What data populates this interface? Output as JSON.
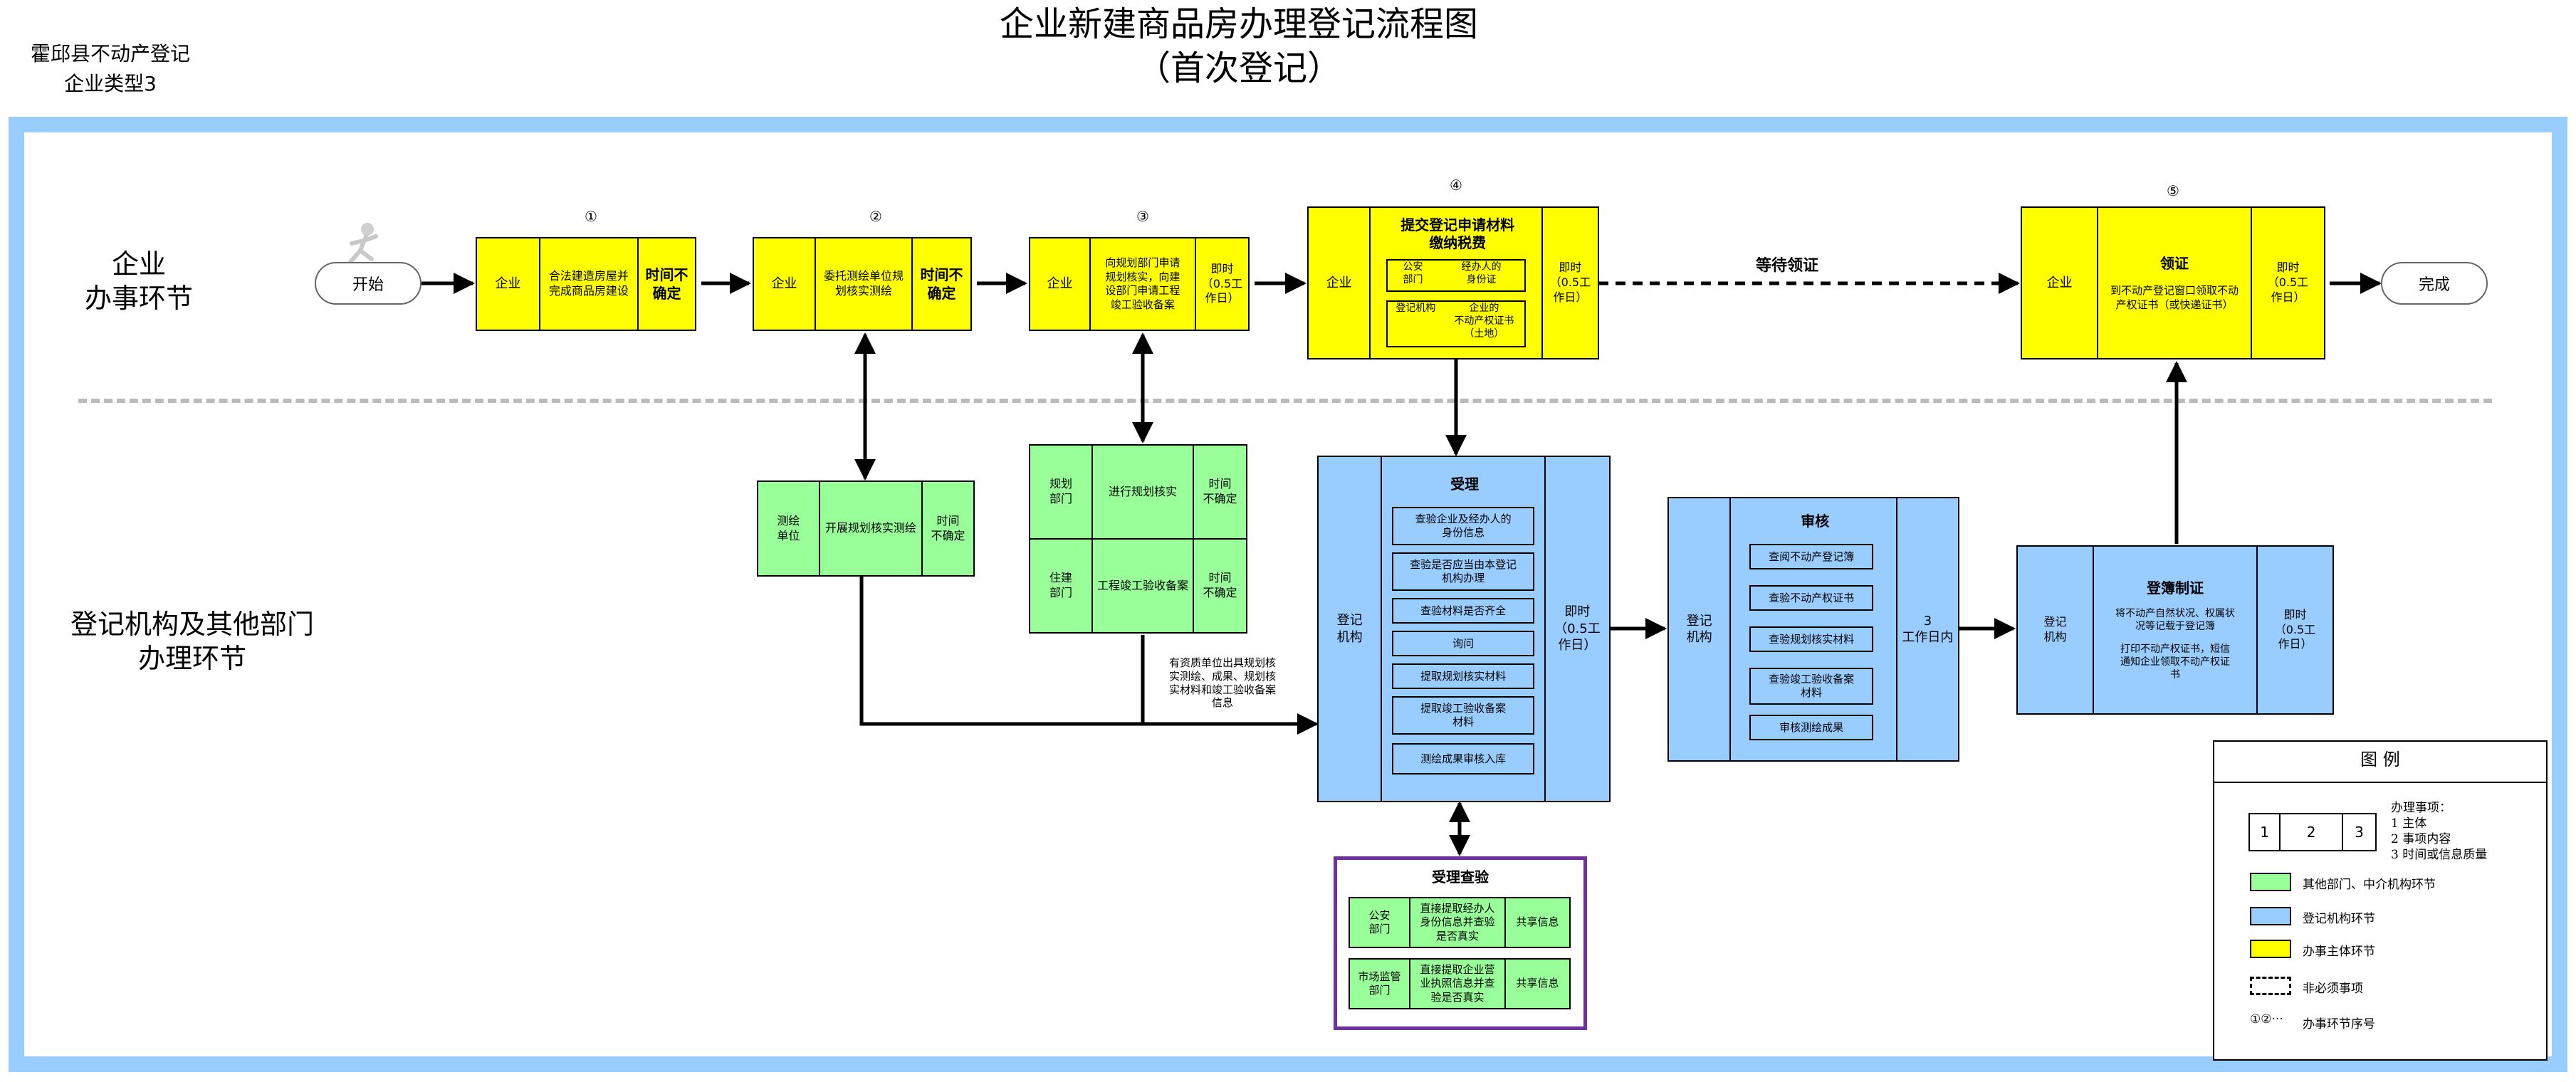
{
  "page": {
    "title_line1": "企业新建商品房办理登记流程图",
    "title_line2": "（首次登记）",
    "corner_line1": "霍邱县不动产登记",
    "corner_line2": "企业类型3"
  },
  "lanes": {
    "top": "企业\n办事环节",
    "bottom": "登记机构及其他部门\n办理环节"
  },
  "flow": {
    "start": "开始",
    "end": "完成",
    "wait_label": "等待领证",
    "note_bottom": "有资质单位出具规划核\n实测绘、成果、规划核\n实材料和竣工验收备案\n信息",
    "steps": [
      {
        "num": "①",
        "actor": "企业",
        "content": "合法建造房屋并\n完成商品房建设",
        "time": "时间不\n确定"
      },
      {
        "num": "②",
        "actor": "企业",
        "content": "委托测绘单位规\n划核实测绘",
        "time": "时间不\n确定"
      },
      {
        "num": "③",
        "actor": "企业",
        "content": "向规划部门申请\n规划核实，向建\n设部门申请工程\n竣工验收备案",
        "time": "即时\n（0.5工\n作日）"
      },
      {
        "num": "④",
        "actor": "企业",
        "title": "提交登记申请材料\n缴纳税费",
        "time": "即时\n（0.5工\n作日）",
        "items": [
          {
            "left": "公安\n部门",
            "right": "经办人的\n身份证"
          },
          {
            "left": "登记机构",
            "right": "企业的\n不动产权证书\n（土地）"
          }
        ]
      },
      {
        "num": "⑤",
        "actor": "企业",
        "title": "领证",
        "content": "到不动产登记窗口领取不动\n产权证书（或快递证书）",
        "time": "即时\n（0.5工\n作日）"
      }
    ]
  },
  "green_boxes": {
    "survey": {
      "actor": "测绘\n单位",
      "content": "开展规划核实测绘",
      "time": "时间\n不确定"
    },
    "planning": [
      {
        "actor": "规划\n部门",
        "content": "进行规划核实",
        "time": "时间\n不确定"
      },
      {
        "actor": "住建\n部门",
        "content": "工程竣工验收备案",
        "time": "时间\n不确定"
      }
    ]
  },
  "accept": {
    "actor": "登记\n机构",
    "title": "受理",
    "time": "即时\n（0.5工\n作日）",
    "items": [
      "查验企业及经办人的\n身份信息",
      "查验是否应当由本登记\n机构办理",
      "查验材料是否齐全",
      "询问",
      "提取规划核实材料",
      "提取竣工验收备案\n材料",
      "测绘成果审核入库"
    ]
  },
  "review": {
    "actor": "登记\n机构",
    "title": "审核",
    "time": "3\n工作日内",
    "items": [
      "查阅不动产登记簿",
      "查验不动产权证书",
      "查验规划核实材料",
      "查验竣工验收备案\n材料",
      "审核测绘成果"
    ]
  },
  "register": {
    "actor": "登记\n机构",
    "title": "登簿制证",
    "content1": "将不动产自然状况、权属状\n况等记载于登记簿",
    "content2": "打印不动产权证书，短信\n通知企业领取不动产权证\n书",
    "time": "即时\n（0.5工\n作日）"
  },
  "check": {
    "title": "受理查验",
    "rows": [
      {
        "actor": "公安\n部门",
        "content": "直接提取经办人\n身份信息并查验\n是否真实",
        "share": "共享信息"
      },
      {
        "actor": "市场监管\n部门",
        "content": "直接提取企业营\n业执照信息并查\n验是否真实",
        "share": "共享信息"
      }
    ]
  },
  "legend": {
    "title": "图    例",
    "cells": [
      "1",
      "2",
      "3"
    ],
    "explain": "办理事项：\n1  主体\n2  事项内容\n3  时间或信息质量",
    "green": "其他部门、中介机构环节",
    "blue": "登记机构环节",
    "yellow": "办事主体环节",
    "dashed": "非必须事项",
    "seq_symbol": "①②···",
    "seq": "办事环节序号",
    "colors": {
      "green": "#99ff99",
      "blue": "#99ccff",
      "yellow": "#ffff00",
      "purple": "#7030a0"
    }
  }
}
